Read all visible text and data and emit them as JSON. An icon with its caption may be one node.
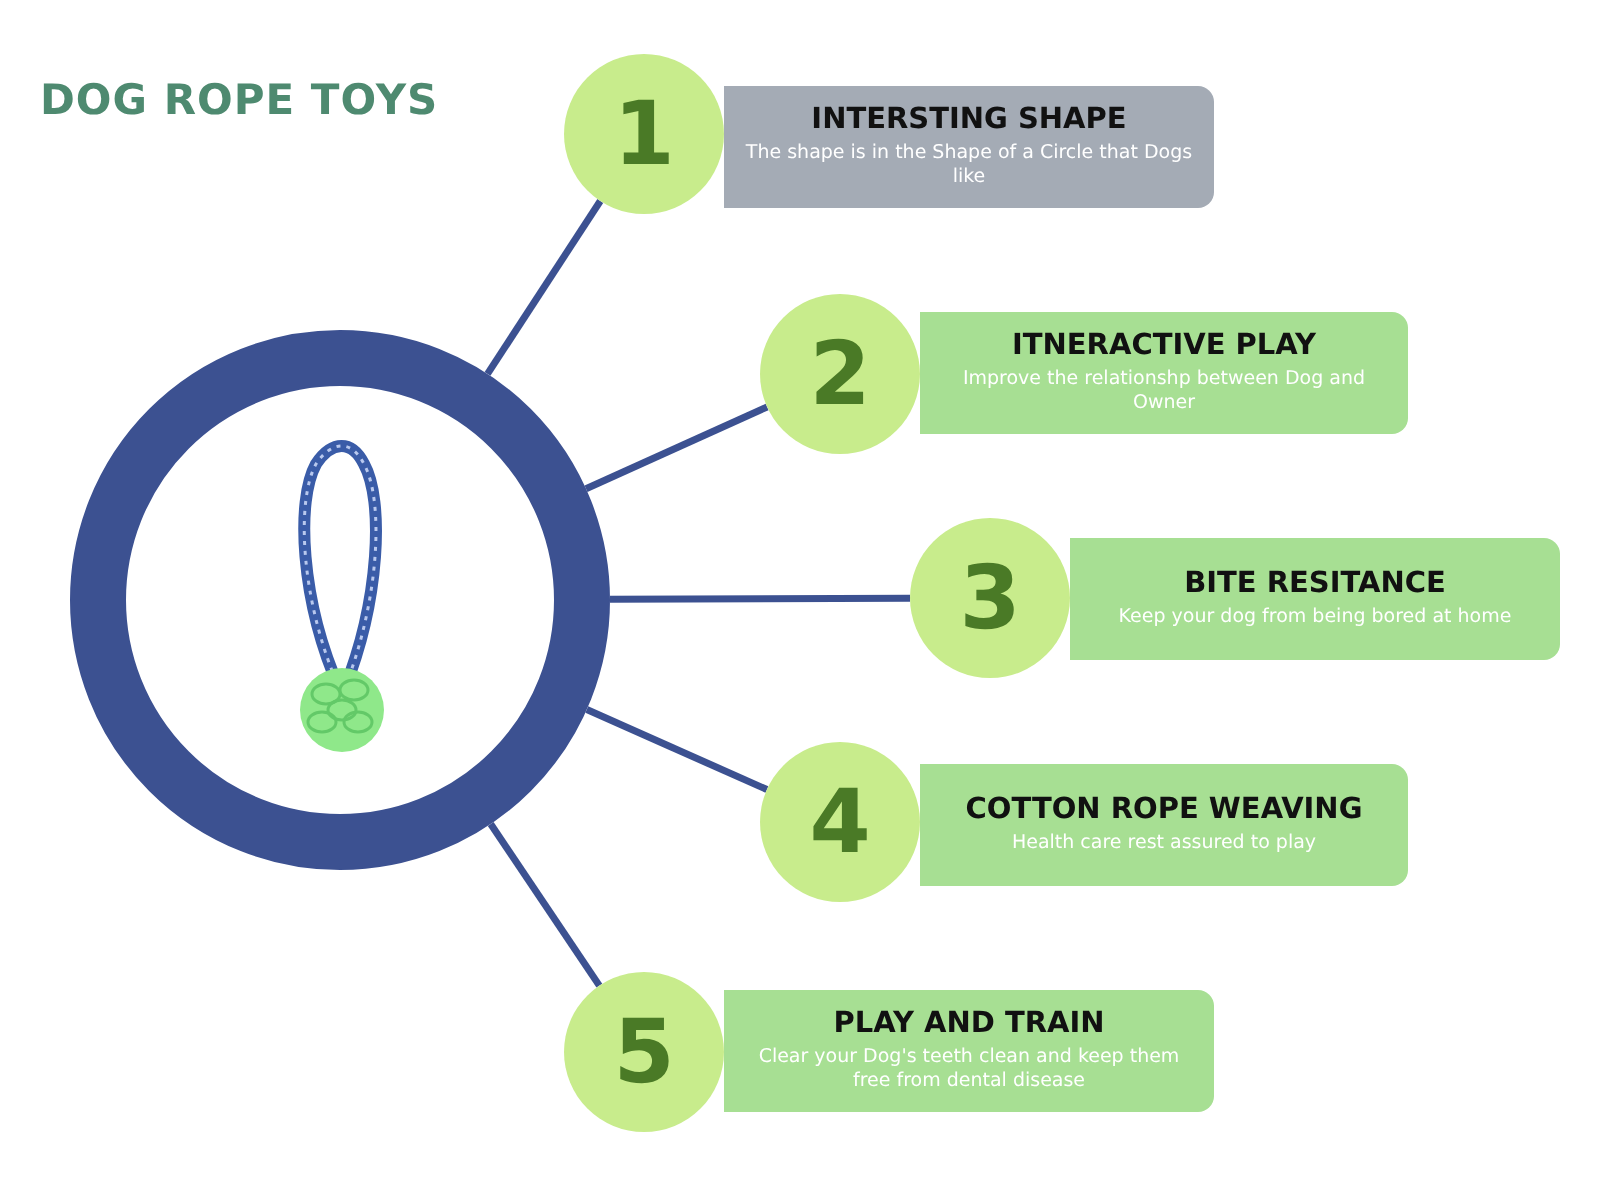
{
  "diagram": {
    "title": "DOG ROPE TOYS",
    "nodes": [
      {
        "text": [],
        "shape": "circle"
      },
      {
        "text": [
          "1"
        ]
      },
      {
        "text": [
          "INTERSTING SHAPE",
          "The shape is in the Shape of a Circle that Dogs like"
        ]
      },
      {
        "text": [
          "2"
        ]
      },
      {
        "text": [
          "ITNERACTIVE PLAY",
          "Improve the relationshp between Dog and Owner"
        ]
      },
      {
        "text": [
          "3"
        ]
      },
      {
        "text": [
          "BITE RESITANCE",
          "Keep your dog from being bored at home"
        ]
      },
      {
        "text": [
          "4"
        ]
      },
      {
        "text": [
          "COTTON ROPE WEAVING",
          "Health care rest assured to play"
        ]
      },
      {
        "text": [
          "5"
        ]
      },
      {
        "text": [
          "PLAY AND TRAIN",
          "Clear your Dog's teeth clean and keep them free from dental disease"
        ]
      }
    ],
    "edges": [
      {
        "from": 0,
        "to": 1,
        "arrow": "none"
      },
      {
        "from": 0,
        "to": 3,
        "arrow": "none"
      },
      {
        "from": 0,
        "to": 5,
        "arrow": "none"
      },
      {
        "from": 0,
        "to": 7,
        "arrow": "none"
      },
      {
        "from": 0,
        "to": 9,
        "arrow": "none"
      }
    ]
  }
}
